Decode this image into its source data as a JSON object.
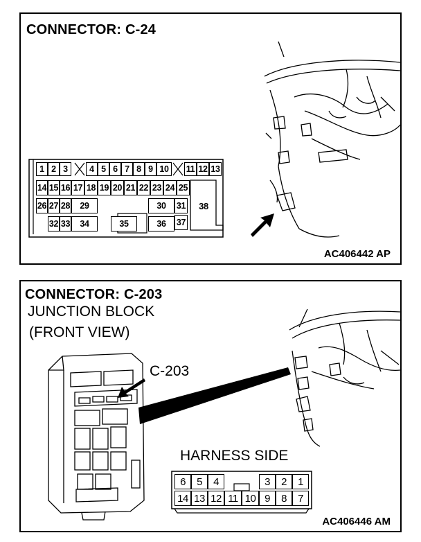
{
  "panel1": {
    "title": "CONNECTOR: C-24",
    "code": "AC406442 AP",
    "pins_row1": [
      "1",
      "2",
      "3",
      "4",
      "5",
      "6",
      "7",
      "8",
      "9",
      "10",
      "11",
      "12",
      "13"
    ],
    "pins_row2": [
      "14",
      "15",
      "16",
      "17",
      "18",
      "19",
      "20",
      "21",
      "22",
      "23",
      "24",
      "25"
    ],
    "pins_row3": [
      "26",
      "27",
      "28",
      "29",
      "30",
      "31",
      "38"
    ],
    "pins_row4": [
      "32",
      "33",
      "34",
      "35",
      "36",
      "37"
    ]
  },
  "panel2": {
    "title": "CONNECTOR: C-203",
    "subtitle_line1": "JUNCTION BLOCK",
    "subtitle_line2": "(FRONT VIEW)",
    "callout": "C-203",
    "harness_label": "HARNESS SIDE",
    "code": "AC406446 AM",
    "pins_top": [
      "6",
      "5",
      "4",
      "3",
      "2",
      "1"
    ],
    "pins_bottom": [
      "14",
      "13",
      "12",
      "11",
      "10",
      "9",
      "8",
      "7"
    ]
  }
}
